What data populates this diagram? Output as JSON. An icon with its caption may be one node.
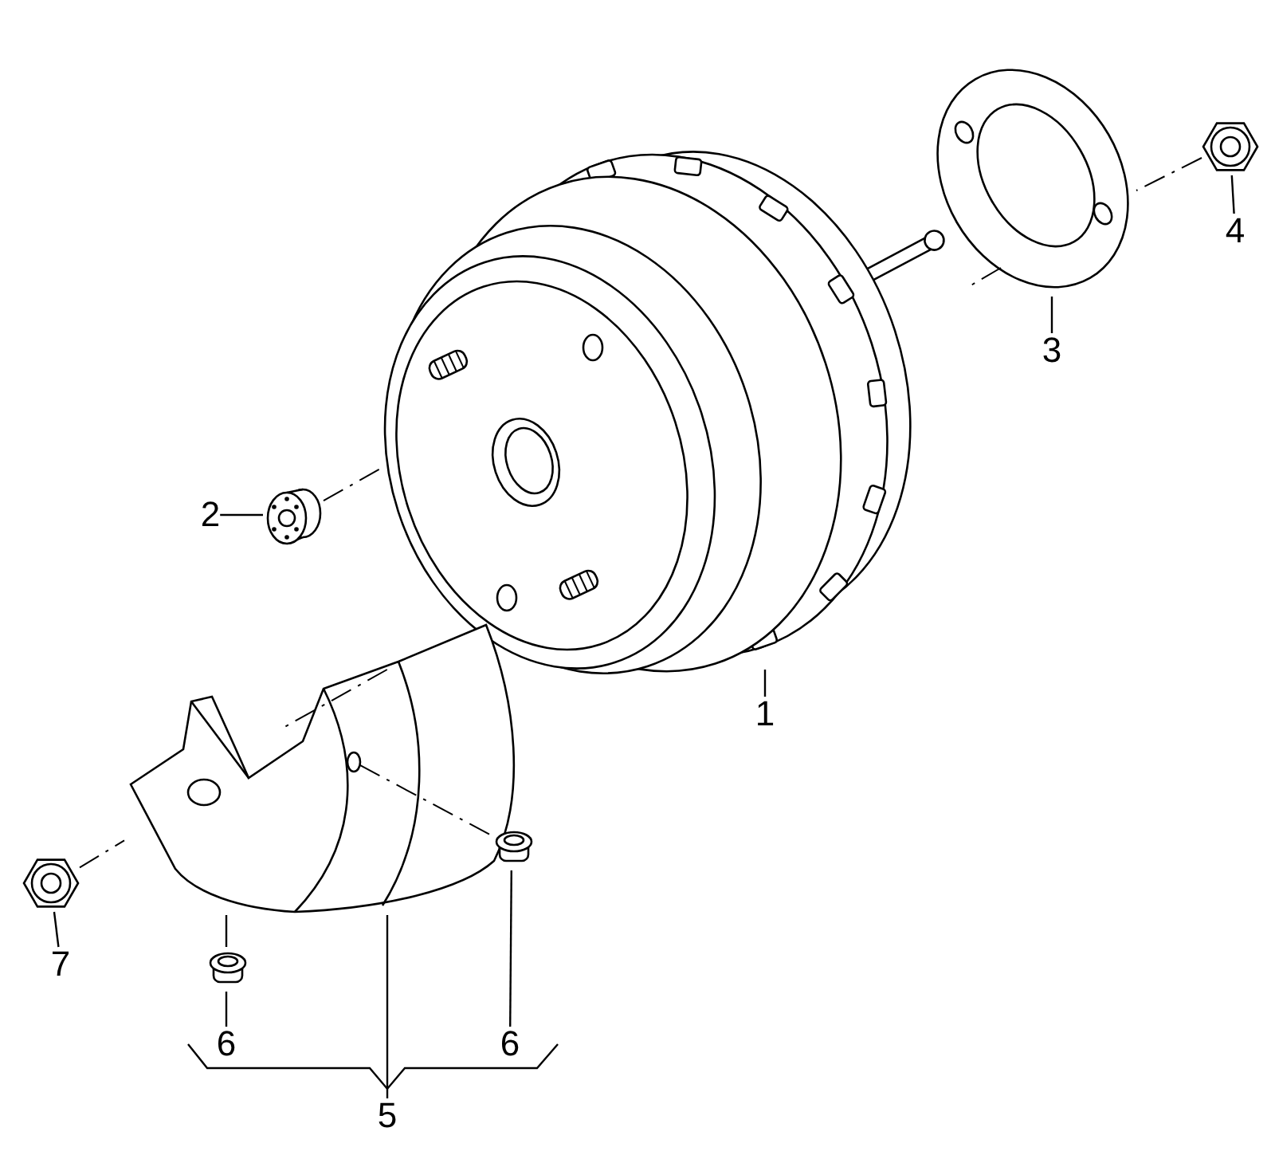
{
  "diagram": {
    "nodes": [
      {
        "text": [
          "4"
        ]
      },
      {
        "text": [
          "3"
        ]
      },
      {
        "text": [
          "2"
        ]
      },
      {
        "text": [
          "1"
        ]
      },
      {
        "text": [
          "7"
        ]
      },
      {
        "text": [
          "6"
        ]
      },
      {
        "text": [
          "6"
        ]
      },
      {
        "text": [
          "5"
        ]
      },
      {
        "text": [],
        "shape": "picture"
      },
      {
        "text": [],
        "shape": "picture"
      },
      {
        "text": [],
        "shape": "picture"
      },
      {
        "text": [],
        "shape": "picture"
      },
      {
        "text": [],
        "shape": "picture"
      },
      {
        "text": [],
        "shape": "picture"
      },
      {
        "text": [],
        "shape": "picture"
      },
      {
        "text": [],
        "shape": "picture"
      }
    ],
    "edges": [
      {
        "from": 0,
        "to": 11,
        "arrow": "none"
      },
      {
        "from": 1,
        "to": 10,
        "arrow": "none"
      },
      {
        "from": 2,
        "to": 9,
        "arrow": "none"
      },
      {
        "from": 3,
        "to": 8,
        "arrow": "none"
      },
      {
        "from": 4,
        "to": 15,
        "arrow": "none"
      },
      {
        "from": 5,
        "to": 13,
        "arrow": "none"
      },
      {
        "from": 6,
        "to": 14,
        "arrow": "none"
      },
      {
        "from": 7,
        "to": 12,
        "arrow": "none"
      },
      {
        "from": 11,
        "to": 10,
        "arrow": "none",
        "style": "dashed"
      },
      {
        "from": 10,
        "to": 8,
        "arrow": "none",
        "style": "dashed"
      },
      {
        "from": 9,
        "to": 8,
        "arrow": "none",
        "style": "dashed"
      },
      {
        "from": 8,
        "to": 12,
        "arrow": "none",
        "style": "dashed"
      },
      {
        "from": 15,
        "to": 12,
        "arrow": "none",
        "style": "dashed"
      },
      {
        "from": 14,
        "to": 12,
        "arrow": "none",
        "style": "dashed"
      },
      {
        "from": 13,
        "to": 12,
        "arrow": "none"
      }
    ]
  }
}
